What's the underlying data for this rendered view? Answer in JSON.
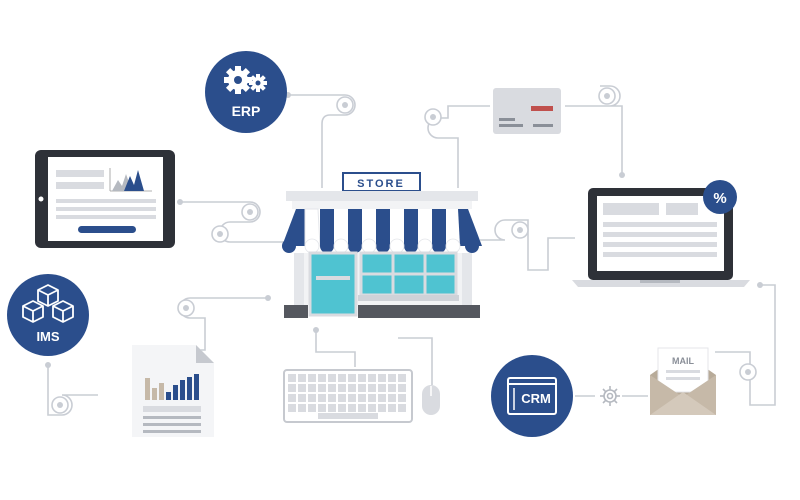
{
  "colors": {
    "navy": "#2b4e8c",
    "teal": "#4fc3d1",
    "gray": "#d9dbe0",
    "dark": "#2e3138",
    "line": "#c9cdd4",
    "accent": "#c0504d",
    "envelope": "#c6b9a8"
  },
  "badges": {
    "erp": {
      "label": "ERP",
      "icon": "gears-icon"
    },
    "ims": {
      "label": "IMS",
      "icon": "cubes-icon"
    },
    "crm": {
      "label": "CRM",
      "icon": "window-icon"
    }
  },
  "store": {
    "sign": "STORE"
  },
  "mail": {
    "label": "MAIL"
  },
  "laptop": {
    "badge": "%"
  }
}
